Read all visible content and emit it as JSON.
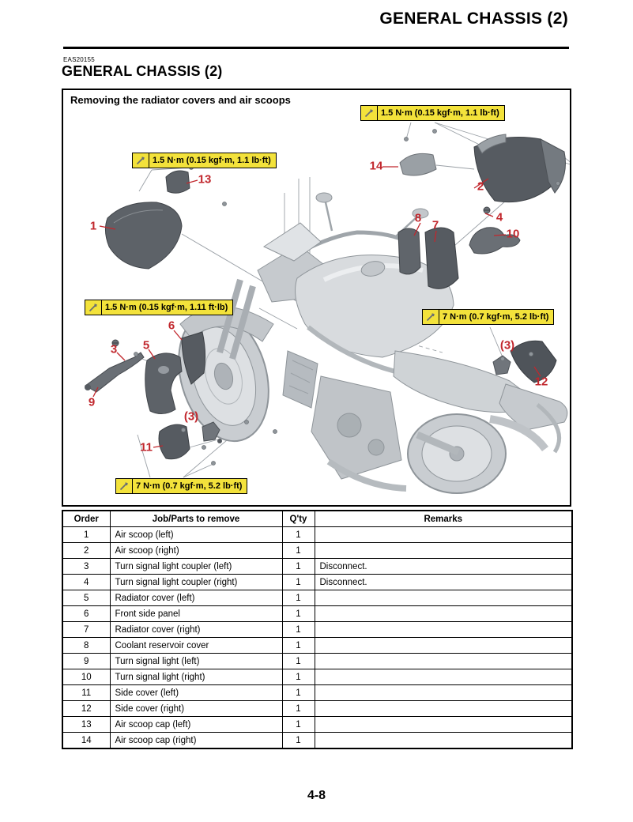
{
  "page": {
    "running_header": "GENERAL CHASSIS (2)",
    "section_code": "EAS20155",
    "section_title": "GENERAL CHASSIS (2)",
    "page_number": "4-8"
  },
  "figure": {
    "title": "Removing the radiator covers and air scoops",
    "torque_labels": [
      "1.5 N·m (0.15 kgf·m, 1.1 lb·ft)",
      "1.5 N·m (0.15 kgf·m, 1.1 lb·ft)",
      "1.5 N·m (0.15 kgf·m, 1.11 ft·lb)",
      "7 N·m (0.7 kgf·m, 5.2 lb·ft)",
      "7 N·m (0.7 kgf·m, 5.2 lb·ft)"
    ],
    "callouts": [
      "1",
      "2",
      "3",
      "4",
      "5",
      "6",
      "7",
      "8",
      "9",
      "10",
      "11",
      "12",
      "13",
      "14",
      "(3)",
      "(3)"
    ]
  },
  "table": {
    "headers": [
      "Order",
      "Job/Parts to remove",
      "Q'ty",
      "Remarks"
    ],
    "rows": [
      {
        "order": "1",
        "job": "Air scoop (left)",
        "qty": "1",
        "remarks": ""
      },
      {
        "order": "2",
        "job": "Air scoop (right)",
        "qty": "1",
        "remarks": ""
      },
      {
        "order": "3",
        "job": "Turn signal light coupler (left)",
        "qty": "1",
        "remarks": "Disconnect."
      },
      {
        "order": "4",
        "job": "Turn signal light coupler (right)",
        "qty": "1",
        "remarks": "Disconnect."
      },
      {
        "order": "5",
        "job": "Radiator cover (left)",
        "qty": "1",
        "remarks": ""
      },
      {
        "order": "6",
        "job": "Front side panel",
        "qty": "1",
        "remarks": ""
      },
      {
        "order": "7",
        "job": "Radiator cover (right)",
        "qty": "1",
        "remarks": ""
      },
      {
        "order": "8",
        "job": "Coolant reservoir cover",
        "qty": "1",
        "remarks": ""
      },
      {
        "order": "9",
        "job": "Turn signal light (left)",
        "qty": "1",
        "remarks": ""
      },
      {
        "order": "10",
        "job": "Turn signal light (right)",
        "qty": "1",
        "remarks": ""
      },
      {
        "order": "11",
        "job": "Side cover (left)",
        "qty": "1",
        "remarks": ""
      },
      {
        "order": "12",
        "job": "Side cover (right)",
        "qty": "1",
        "remarks": ""
      },
      {
        "order": "13",
        "job": "Air scoop cap (left)",
        "qty": "1",
        "remarks": ""
      },
      {
        "order": "14",
        "job": "Air scoop cap (right)",
        "qty": "1",
        "remarks": ""
      }
    ]
  },
  "colors": {
    "torque_label_bg": "#f3e23b",
    "callout_red": "#c1272d"
  }
}
